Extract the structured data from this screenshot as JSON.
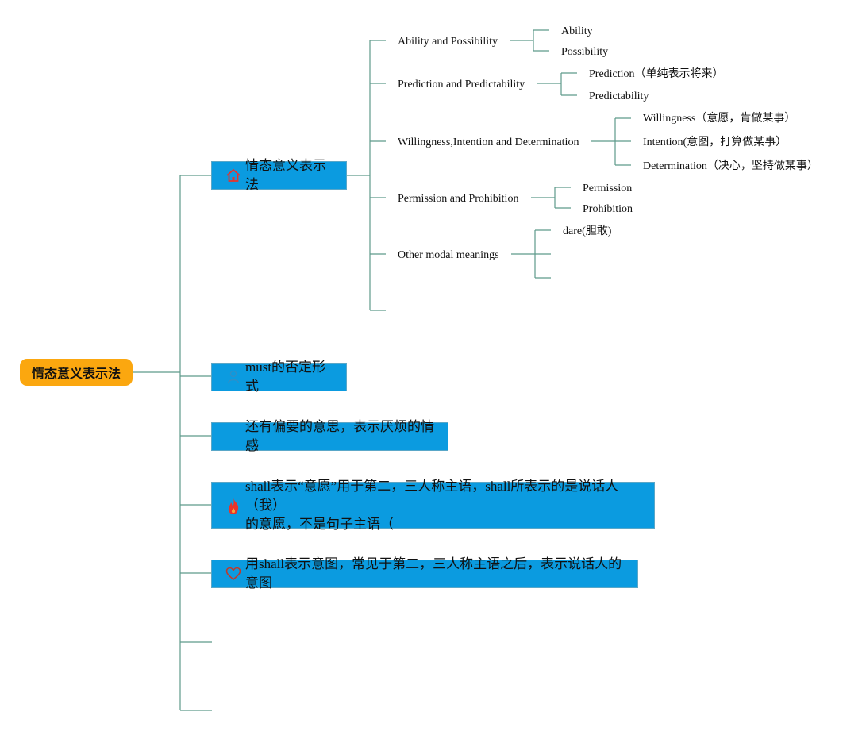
{
  "root": {
    "label": "情态意义表示法"
  },
  "branches": [
    {
      "label": "情态意义表示法",
      "icon": "house-icon"
    },
    {
      "label": "must的否定形式",
      "icon": "person-icon"
    },
    {
      "label": "还有偏要的意思，表示厌烦的情感",
      "icon": ""
    },
    {
      "label_line1": "shall表示“意愿”用于第二，三人称主语，shall所表示的是说话人（我）",
      "label_line2": "的意愿，不是句子主语（",
      "icon": "flame-icon"
    },
    {
      "label": "用shall表示意图，常见于第二，三人称主语之后，表示说话人的意图",
      "icon": "heart-icon"
    }
  ],
  "subtopics": [
    {
      "label": "Ability and Possibility",
      "children": [
        "Ability",
        "Possibility"
      ]
    },
    {
      "label": "Prediction and Predictability",
      "children": [
        "Prediction（单纯表示将来）",
        "Predictability"
      ]
    },
    {
      "label": "Willingness,Intention and Determination",
      "children": [
        "Willingness（意愿，肯做某事）",
        "Intention(意图，打算做某事）",
        "Determination（决心，坚持做某事）"
      ]
    },
    {
      "label": "Permission and Prohibition",
      "children": [
        "Permission",
        "Prohibition"
      ]
    },
    {
      "label": "Other modal meanings",
      "children": [
        "dare(胆敢)"
      ]
    }
  ],
  "colors": {
    "root": "#fba70f",
    "branch": "#0b9be0",
    "line": "#5e9a8a",
    "icon_red": "#e8332a"
  }
}
